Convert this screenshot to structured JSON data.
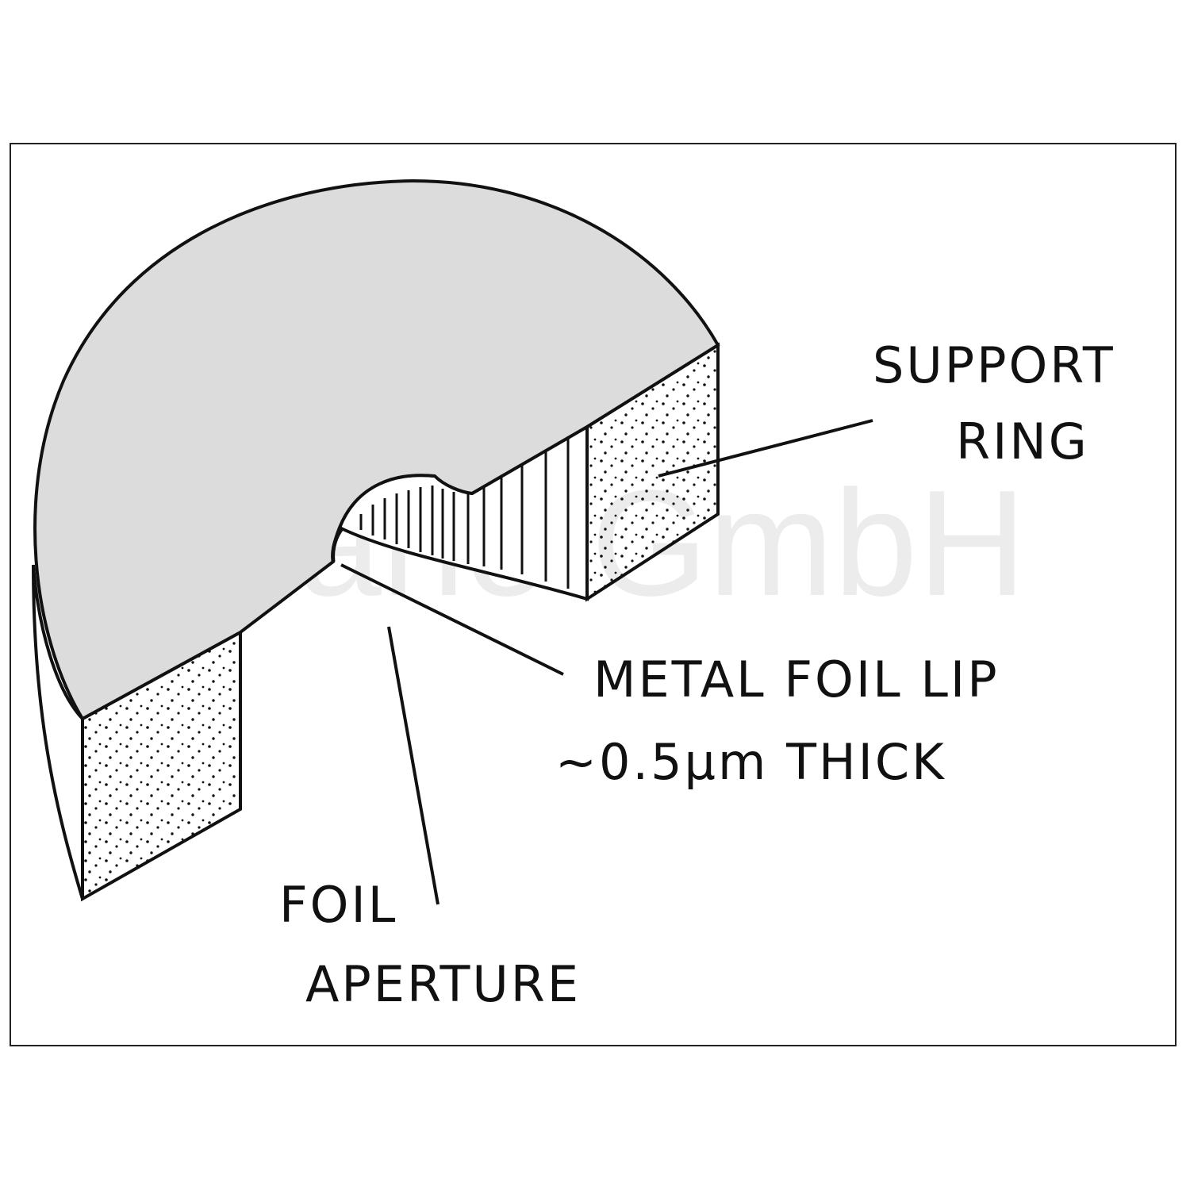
{
  "watermark": "Plano GmbH",
  "labels": {
    "support_ring_line1": "SUPPORT",
    "support_ring_line2": "RING",
    "metal_foil_lip_line1": "METAL FOIL LIP",
    "metal_foil_lip_line2": "~0.5μm THICK",
    "foil_aperture_line1": "FOIL",
    "foil_aperture_line2": "APERTURE"
  },
  "colors": {
    "ring_face": "#dcdcdc",
    "outline": "#111111",
    "background": "#ffffff"
  }
}
